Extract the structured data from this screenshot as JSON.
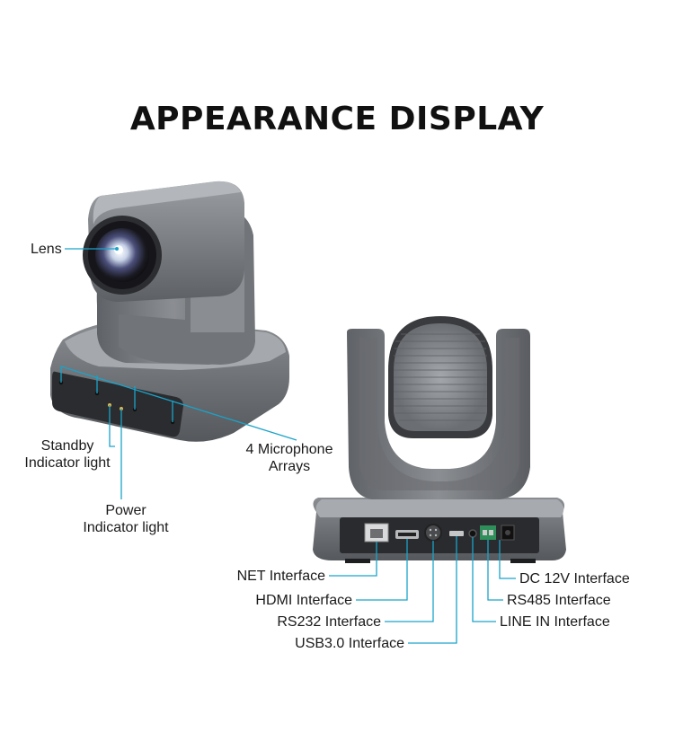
{
  "title": "APPEARANCE DISPLAY",
  "accent_color": "#1aa3c9",
  "front_labels": {
    "lens": "Lens",
    "standby_line1": "Standby",
    "standby_line2": "Indicator light",
    "power_line1": "Power",
    "power_line2": "Indicator light",
    "mic_line1": "4 Microphone",
    "mic_line2": "Arrays"
  },
  "back_labels": {
    "net": "NET Interface",
    "hdmi": "HDMI Interface",
    "rs232": "RS232 Interface",
    "usb": "USB3.0 Interface",
    "dc": "DC 12V Interface",
    "rs485": "RS485 Interface",
    "line_in": "LINE IN Interface"
  }
}
